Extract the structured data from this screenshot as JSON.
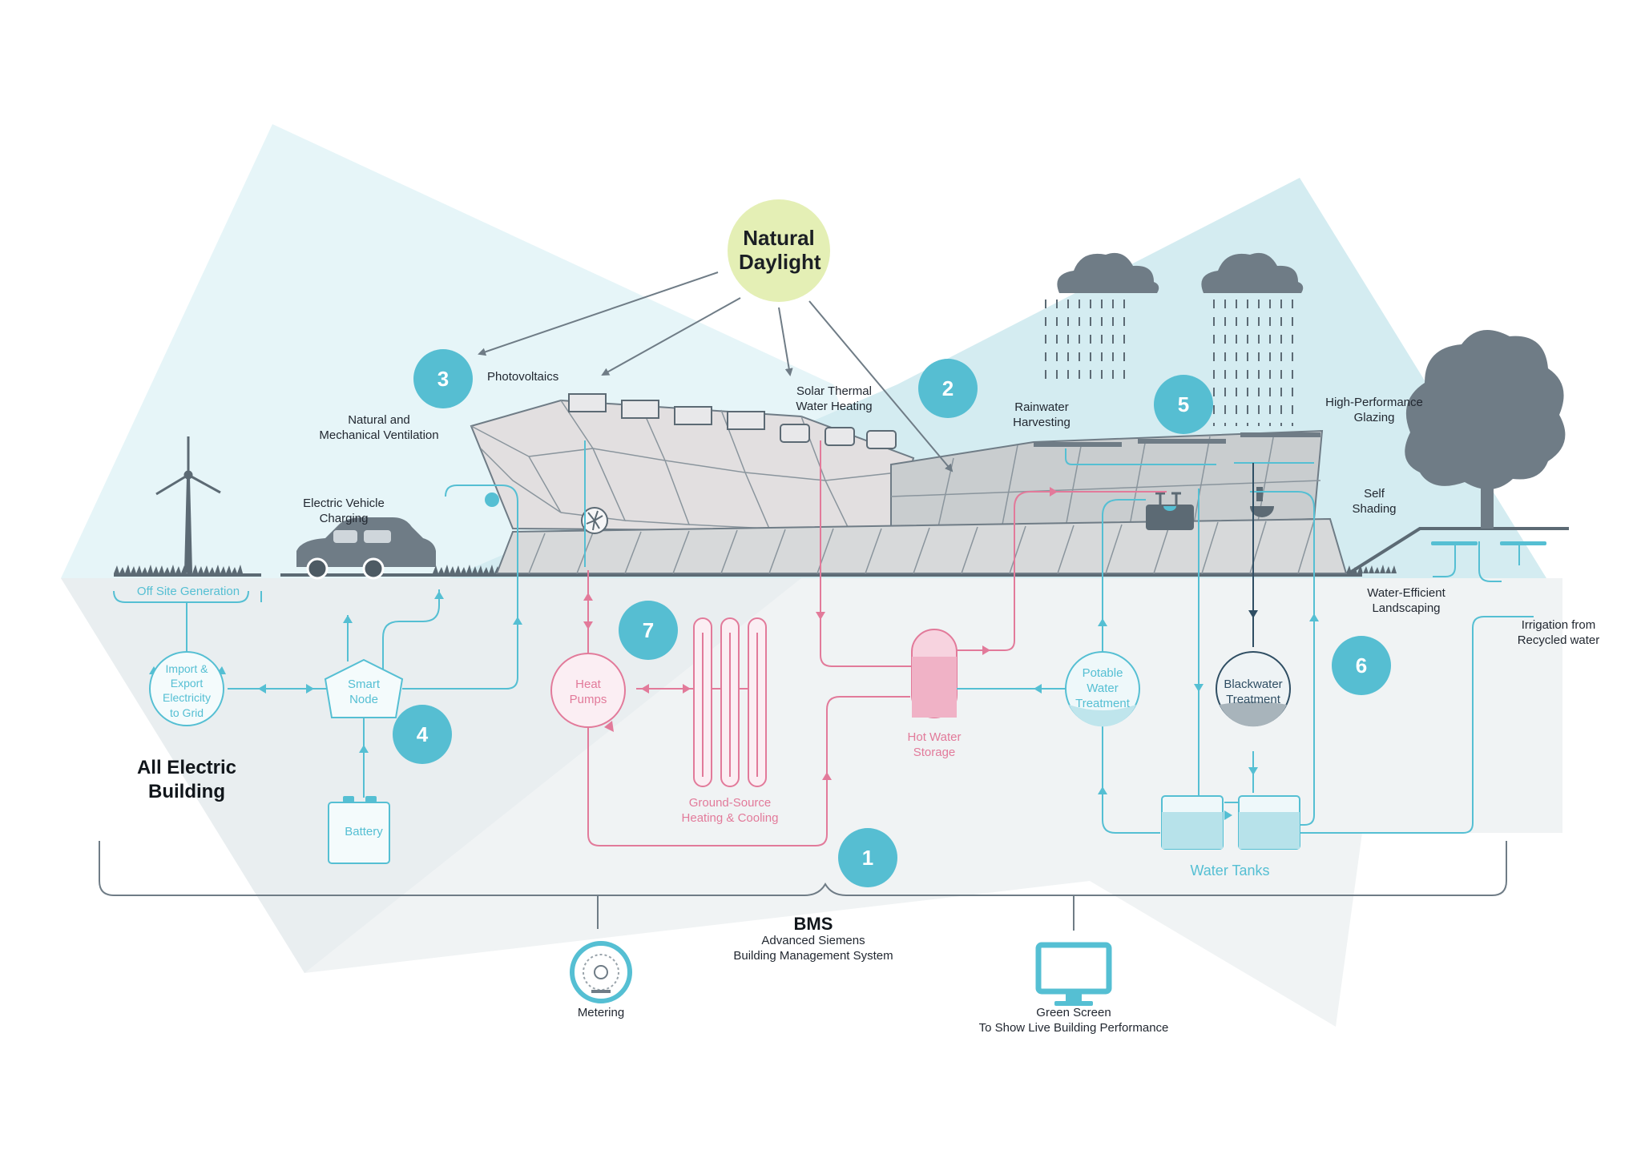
{
  "sun": {
    "label": "Natural Daylight"
  },
  "markers": [
    "1",
    "2",
    "3",
    "4",
    "5",
    "6",
    "7"
  ],
  "labels": {
    "photovoltaics": "Photovoltaics",
    "ventilation": "Natural and\nMechanical Ventilation",
    "solar_thermal": "Solar Thermal\nWater Heating",
    "rainwater": "Rainwater\nHarvesting",
    "glazing": "High-Performance\nGlazing",
    "shading": "Self\nShading",
    "ev_charging": "Electric Vehicle\nCharging",
    "landscaping": "Water-Efficient\nLandscaping",
    "irrigation": "Irrigation from\nRecycled water",
    "all_electric": "All Electric\nBuilding",
    "off_site": "Off Site Generation",
    "import_export": "Import &\nExport\nElectricity\nto Grid",
    "smart_node": "Smart\nNode",
    "battery": "Battery",
    "heat_pumps": "Heat\nPumps",
    "ground_source": "Ground-Source\nHeating & Cooling",
    "hot_water": "Hot Water\nStorage",
    "potable": "Potable\nWater\nTreatment",
    "blackwater": "Blackwater\nTreatment",
    "water_tanks": "Water Tanks",
    "bms_title": "BMS",
    "bms_sub": "Advanced Siemens\nBuilding Management System",
    "metering": "Metering",
    "green_screen": "Green Screen\nTo Show Live Building Performance"
  },
  "colors": {
    "blue": "#55bfd3",
    "pink": "#e27a9a",
    "navy": "#2f4e63",
    "grey": "#6f7c86",
    "sun": "#e4efb5",
    "sky": "#d6eef2"
  },
  "icons": [
    "wind-turbine-icon",
    "car-icon",
    "tree-icon",
    "cloud-icon",
    "metering-dial-icon",
    "monitor-icon",
    "fan-icon",
    "faucet-icon"
  ]
}
